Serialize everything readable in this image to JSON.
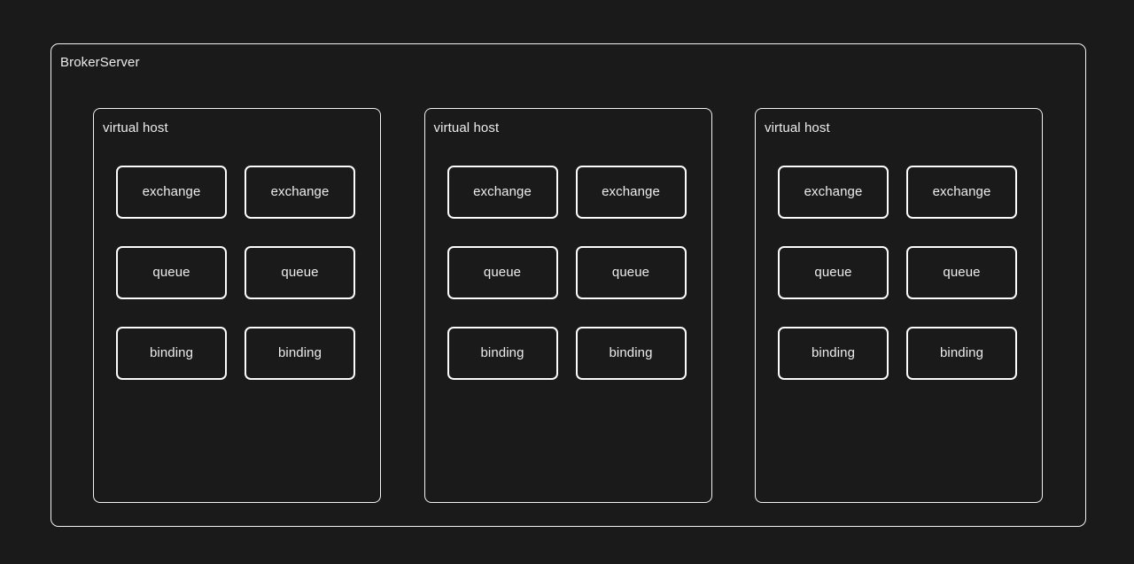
{
  "canvas": {
    "background_color": "#1a1a1a",
    "stroke_color": "#f2f2f2",
    "text_color": "#ececec"
  },
  "broker": {
    "title": "BrokerServer"
  },
  "virtual_hosts": [
    {
      "title": "virtual host",
      "rows": [
        {
          "items": [
            {
              "label": "exchange"
            },
            {
              "label": "exchange"
            }
          ]
        },
        {
          "items": [
            {
              "label": "queue"
            },
            {
              "label": "queue"
            }
          ]
        },
        {
          "items": [
            {
              "label": "binding"
            },
            {
              "label": "binding"
            }
          ]
        }
      ]
    },
    {
      "title": "virtual host",
      "rows": [
        {
          "items": [
            {
              "label": "exchange"
            },
            {
              "label": "exchange"
            }
          ]
        },
        {
          "items": [
            {
              "label": "queue"
            },
            {
              "label": "queue"
            }
          ]
        },
        {
          "items": [
            {
              "label": "binding"
            },
            {
              "label": "binding"
            }
          ]
        }
      ]
    },
    {
      "title": "virtual host",
      "rows": [
        {
          "items": [
            {
              "label": "exchange"
            },
            {
              "label": "exchange"
            }
          ]
        },
        {
          "items": [
            {
              "label": "queue"
            },
            {
              "label": "queue"
            }
          ]
        },
        {
          "items": [
            {
              "label": "binding"
            },
            {
              "label": "binding"
            }
          ]
        }
      ]
    }
  ]
}
